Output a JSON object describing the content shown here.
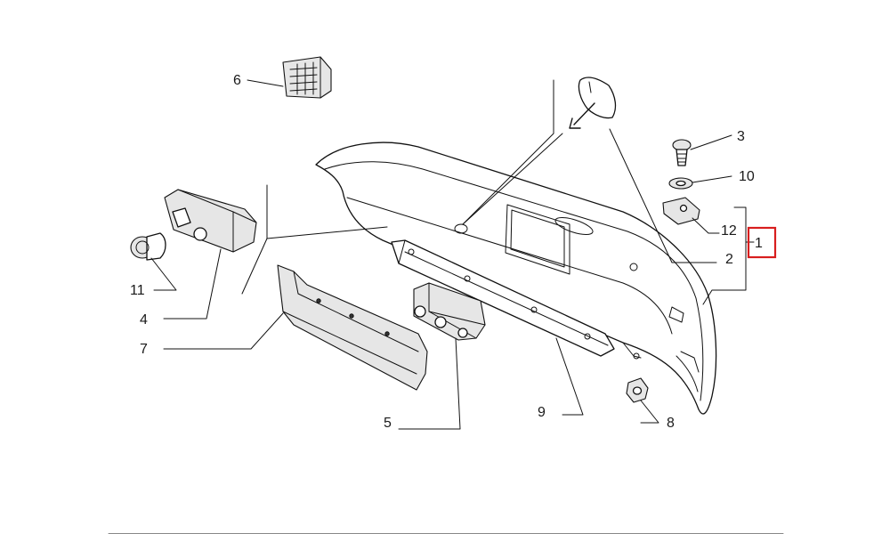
{
  "diagram": {
    "callouts": [
      {
        "id": "1",
        "text": "1",
        "highlighted": true
      },
      {
        "id": "2",
        "text": "2"
      },
      {
        "id": "3",
        "text": "3"
      },
      {
        "id": "4",
        "text": "4"
      },
      {
        "id": "5",
        "text": "5"
      },
      {
        "id": "6",
        "text": "6"
      },
      {
        "id": "7",
        "text": "7"
      },
      {
        "id": "8",
        "text": "8"
      },
      {
        "id": "9",
        "text": "9"
      },
      {
        "id": "10",
        "text": "10"
      },
      {
        "id": "11",
        "text": "11"
      },
      {
        "id": "12",
        "text": "12"
      }
    ],
    "colors": {
      "line": "#111111",
      "highlight": "#d81e1e",
      "background": "#ffffff"
    }
  }
}
